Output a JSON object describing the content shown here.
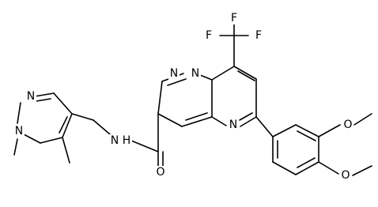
{
  "atoms": [
    {
      "id": "F1",
      "label": "F"
    },
    {
      "id": "F2",
      "label": "F"
    },
    {
      "id": "F3",
      "label": "F"
    },
    {
      "id": "N_pyrazolo_a",
      "label": "N"
    },
    {
      "id": "N_bridge",
      "label": "N"
    },
    {
      "id": "N_pyrimidine",
      "label": "N"
    },
    {
      "id": "N_pyrazole_a",
      "label": "N"
    },
    {
      "id": "N_pyrazole_b",
      "label": "N"
    },
    {
      "id": "NH_amide",
      "label": "N"
    },
    {
      "id": "H_amide",
      "label": "H"
    },
    {
      "id": "O_carbonyl",
      "label": "O"
    },
    {
      "id": "O_methoxy_1",
      "label": "O"
    },
    {
      "id": "O_methoxy_2",
      "label": "O"
    }
  ],
  "colors": {
    "bond": "#000000",
    "label": "#000000",
    "background": "#ffffff"
  }
}
